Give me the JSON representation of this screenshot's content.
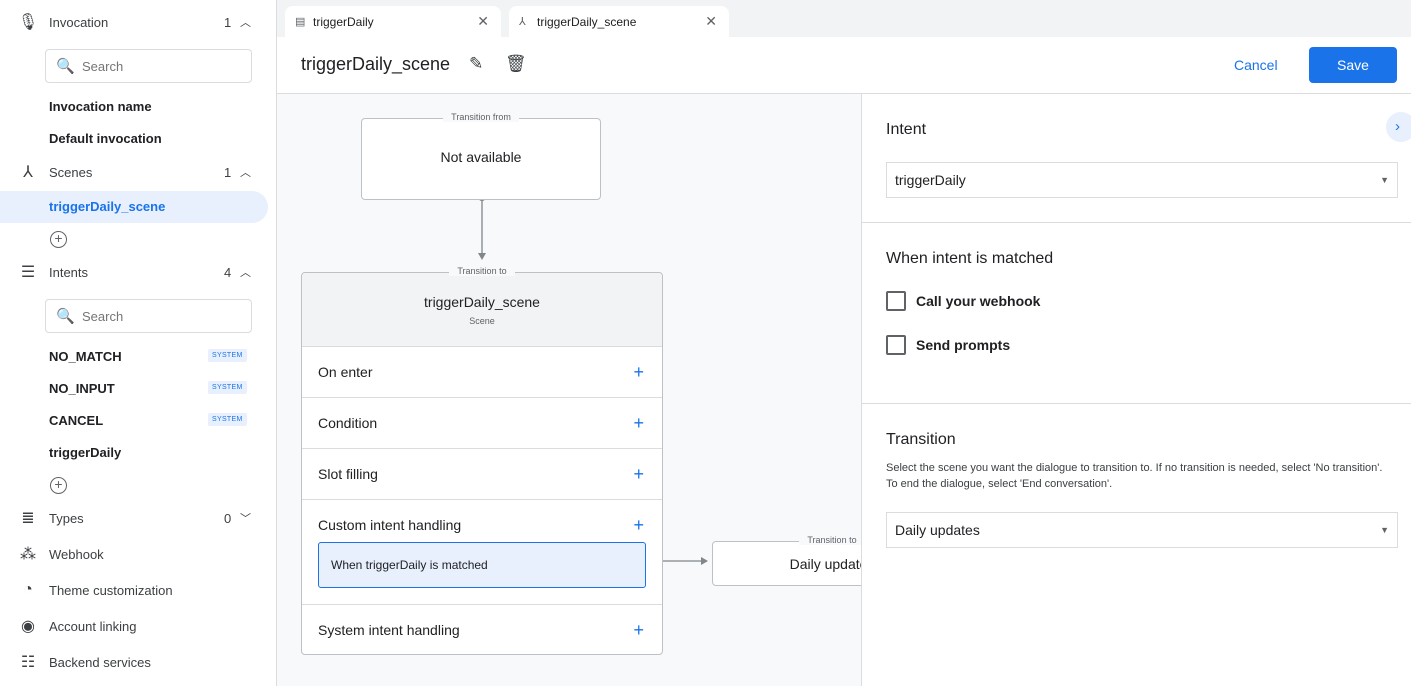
{
  "sidebar": {
    "invocation": {
      "label": "Invocation",
      "count": "1",
      "search_placeholder": "Search",
      "items": [
        "Invocation name",
        "Default invocation"
      ]
    },
    "scenes": {
      "label": "Scenes",
      "count": "1",
      "items": [
        "triggerDaily_scene"
      ]
    },
    "intents": {
      "label": "Intents",
      "count": "4",
      "search_placeholder": "Search",
      "items": [
        {
          "label": "NO_MATCH",
          "badge": "SYSTEM"
        },
        {
          "label": "NO_INPUT",
          "badge": "SYSTEM"
        },
        {
          "label": "CANCEL",
          "badge": "SYSTEM"
        },
        {
          "label": "triggerDaily"
        }
      ]
    },
    "types": {
      "label": "Types",
      "count": "0"
    },
    "links": [
      "Webhook",
      "Theme customization",
      "Account linking",
      "Backend services"
    ]
  },
  "tabs": [
    {
      "label": "triggerDaily",
      "icon": "intent-icon"
    },
    {
      "label": "triggerDaily_scene",
      "icon": "scene-icon"
    }
  ],
  "header": {
    "title": "triggerDaily_scene",
    "cancel": "Cancel",
    "save": "Save"
  },
  "canvas": {
    "from": {
      "legend": "Transition from",
      "text": "Not available"
    },
    "to": {
      "legend": "Transition to",
      "name": "triggerDaily_scene",
      "sub": "Scene",
      "rows": [
        "On enter",
        "Condition",
        "Slot filling",
        "Custom intent handling",
        "System intent handling"
      ],
      "handler": "When triggerDaily is matched"
    },
    "next": {
      "legend": "Transition to",
      "text": "Daily updates"
    }
  },
  "panel": {
    "intent_heading": "Intent",
    "intent_value": "triggerDaily",
    "matched_heading": "When intent is matched",
    "checkboxes": [
      {
        "label": "Call your webhook",
        "checked": false
      },
      {
        "label": "Send prompts",
        "checked": false
      }
    ],
    "transition_heading": "Transition",
    "transition_desc": "Select the scene you want the dialogue to transition to. If no transition is needed, select 'No transition'. To end the dialogue, select 'End conversation'.",
    "transition_value": "Daily updates"
  },
  "colors": {
    "accent": "#1a73e8",
    "selected_bg": "#e8f0fe"
  }
}
